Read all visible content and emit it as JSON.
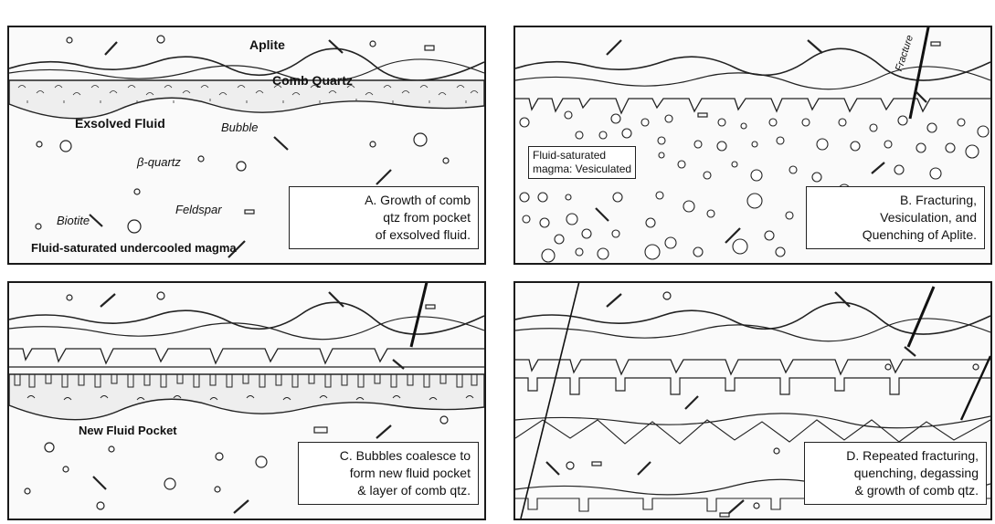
{
  "panel_a": {
    "labels": {
      "aplite": "Aplite",
      "comb_quartz": "Comb Quartz",
      "exsolved_fluid": "Exsolved Fluid",
      "bubble": "Bubble",
      "beta_quartz": "β-quartz",
      "feldspar": "Feldspar",
      "biotite": "Biotite",
      "magma": "Fluid-saturated undercooled magma"
    },
    "caption": [
      "A. Growth of comb",
      "qtz from pocket",
      "of exsolved fluid."
    ]
  },
  "panel_b": {
    "labels": {
      "fracture": "Fracture",
      "fluid_sat_1": "Fluid-saturated",
      "fluid_sat_2": "magma: Vesiculated"
    },
    "caption": [
      "B. Fracturing,",
      "Vesiculation, and",
      "Quenching of Aplite."
    ]
  },
  "panel_c": {
    "labels": {
      "new_fluid_pocket": "New Fluid Pocket"
    },
    "caption": [
      "C. Bubbles coalesce to",
      "form new fluid pocket",
      "& layer of comb qtz."
    ]
  },
  "panel_d": {
    "caption": [
      "D. Repeated fracturing,",
      "quenching, degassing",
      "& growth of comb qtz."
    ]
  }
}
